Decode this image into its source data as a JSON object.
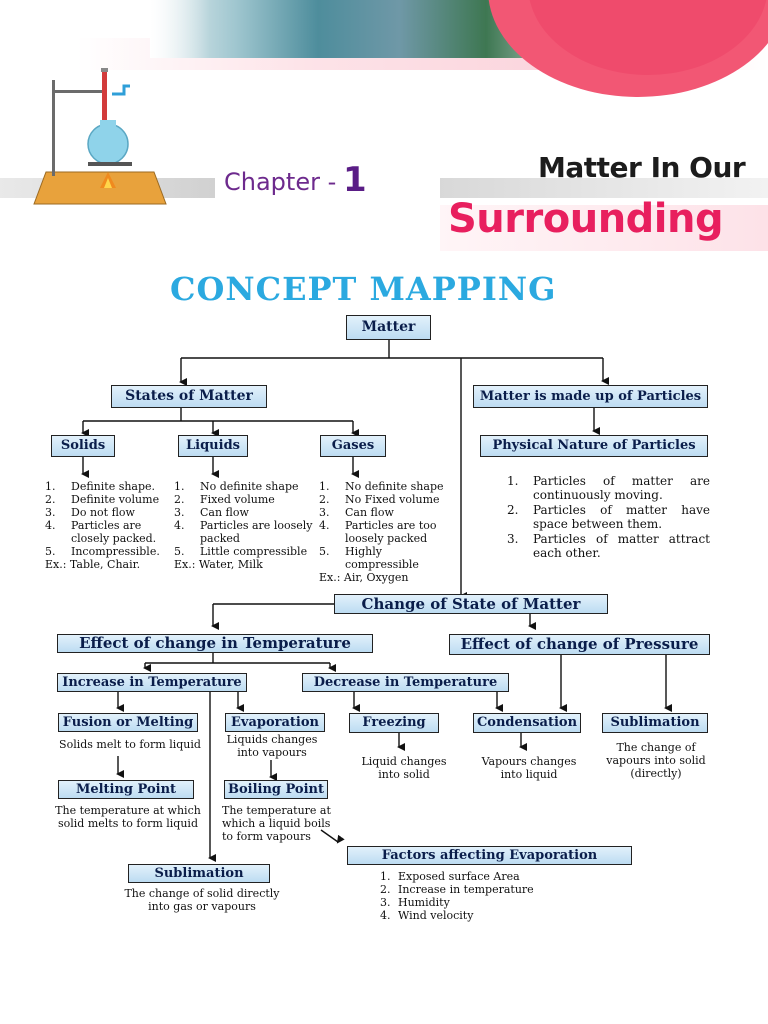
{
  "header": {
    "chapter_label": "Chapter -",
    "chapter_number": "1",
    "title_line1": "Matter In Our",
    "title_line2": "Surrounding"
  },
  "concept_heading": "CONCEPT MAPPING",
  "nodes": {
    "matter": "Matter",
    "states_of_matter": "States of Matter",
    "made_of_particles": "Matter is made up of Particles",
    "solids": "Solids",
    "liquids": "Liquids",
    "gases": "Gases",
    "physical_nature": "Physical Nature of Particles",
    "change_of_state": "Change of State of Matter",
    "effect_temperature": "Effect of change in Temperature",
    "effect_pressure": "Effect of change of Pressure",
    "increase_temperature": "Increase in Temperature",
    "decrease_temperature": "Decrease in Temperature",
    "fusion": "Fusion or Melting",
    "evaporation": "Evaporation",
    "freezing": "Freezing",
    "condensation": "Condensation",
    "sublimation_right": "Sublimation",
    "melting_point": "Melting Point",
    "boiling_point": "Boiling Point",
    "sublimation_bottom": "Sublimation",
    "factors_evaporation": "Factors affecting Evaporation"
  },
  "lists": {
    "solids": [
      {
        "n": "1.",
        "t": "Definite shape."
      },
      {
        "n": "2.",
        "t": "Definite volume"
      },
      {
        "n": "3.",
        "t": "Do not flow"
      },
      {
        "n": "4.",
        "t": "Particles are closely packed."
      },
      {
        "n": "5.",
        "t": "Incompressible."
      }
    ],
    "solids_example": "Ex.: Table, Chair.",
    "liquids": [
      {
        "n": "1.",
        "t": "No definite shape"
      },
      {
        "n": "2.",
        "t": "Fixed volume"
      },
      {
        "n": "3.",
        "t": "Can flow"
      },
      {
        "n": "4.",
        "t": "Particles are loosely packed"
      },
      {
        "n": "5.",
        "t": "Little compressible"
      }
    ],
    "liquids_example": "Ex.: Water, Milk",
    "gases": [
      {
        "n": "1.",
        "t": "No definite shape"
      },
      {
        "n": "2.",
        "t": "No Fixed volume"
      },
      {
        "n": "3.",
        "t": "Can flow"
      },
      {
        "n": "4.",
        "t": "Particles are too loosely packed"
      },
      {
        "n": "5.",
        "t": "Highly compressible"
      }
    ],
    "gases_example": "Ex.: Air, Oxygen",
    "particles": [
      {
        "n": "1.",
        "t": "Particles of matter are continuously moving."
      },
      {
        "n": "2.",
        "t": "Particles of matter have space between them."
      },
      {
        "n": "3.",
        "t": "Particles of matter attract each other."
      }
    ],
    "factors": [
      {
        "n": "1.",
        "t": "Exposed surface Area"
      },
      {
        "n": "2.",
        "t": "Increase in temperature"
      },
      {
        "n": "3.",
        "t": "Humidity"
      },
      {
        "n": "4.",
        "t": "Wind velocity"
      }
    ]
  },
  "captions": {
    "fusion": "Solids melt to form liquid",
    "evaporation": "Liquids changes into vapours",
    "freezing": "Liquid changes into solid",
    "condensation": "Vapours changes into liquid",
    "sublimation_right": "The change of vapours into solid (directly)",
    "melting_point": "The temperature at which solid melts to form liquid",
    "boiling_point": "The temperature at which a liquid boils to form vapours",
    "sublimation_bottom": "The change of solid directly into gas or vapours"
  },
  "colors": {
    "node_fill_top": "#e2f1fb",
    "node_fill_bottom": "#bddcf2",
    "node_text": "#0a1d4a",
    "heading": "#2ba9e0",
    "title_pink": "#e81f5e",
    "chapter_purple": "#6d2a8d"
  }
}
